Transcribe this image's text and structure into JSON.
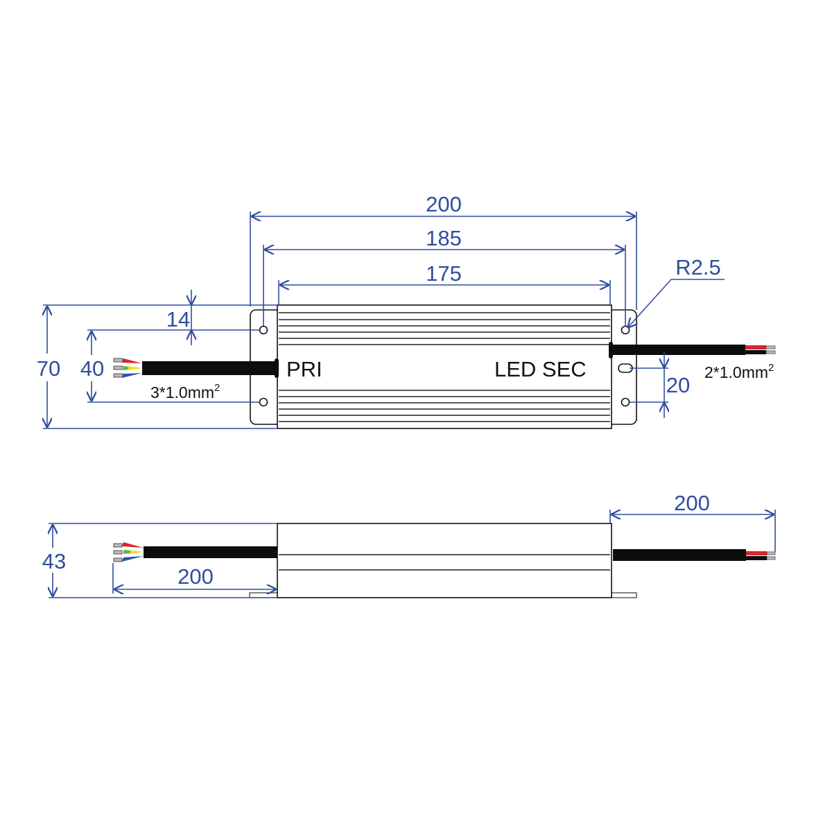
{
  "colors": {
    "dimension": "#2f4d9e",
    "outline": "#111111",
    "wire_red": "#d8262b",
    "wire_green": "#58b947",
    "wire_yellow": "#f2e21c",
    "wire_blue": "#2b54a8",
    "cable": "#0d0d0d"
  },
  "top_view": {
    "dims": {
      "overall_length": "200",
      "mount_hole_pitch": "185",
      "body_length": "175",
      "radius": "R2.5",
      "overall_width": "70",
      "hole_spacing": "40",
      "hole_offset": "14",
      "slot_offset": "20"
    },
    "labels": {
      "primary": "PRI",
      "secondary": "LED SEC",
      "input_cable": "3*1.0mm",
      "input_cable_sup": "2",
      "output_cable": "2*1.0mm",
      "output_cable_sup": "2"
    }
  },
  "side_view": {
    "dims": {
      "height": "43",
      "input_cable_length": "200",
      "output_cable_length": "200"
    }
  }
}
